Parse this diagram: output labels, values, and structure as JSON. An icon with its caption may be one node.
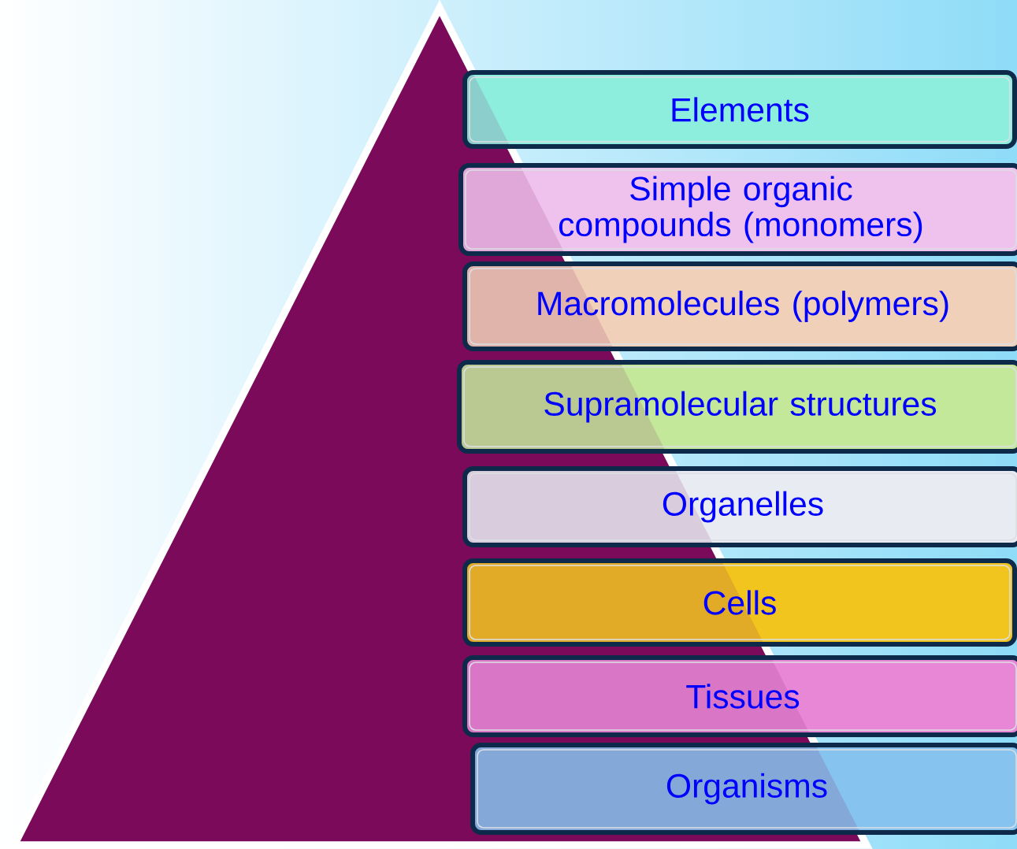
{
  "diagram": {
    "nodes": [
      {
        "text": [
          "Elements"
        ]
      },
      {
        "text": [
          "Simple organic compounds (monomers)"
        ]
      },
      {
        "text": [
          "Macromolecules (polymers)"
        ]
      },
      {
        "text": [
          "Supramolecular structures"
        ]
      },
      {
        "text": [
          "Organelles"
        ]
      },
      {
        "text": [
          "Cells"
        ]
      },
      {
        "text": [
          "Tissues"
        ]
      },
      {
        "text": [
          "Organisms"
        ]
      }
    ]
  }
}
